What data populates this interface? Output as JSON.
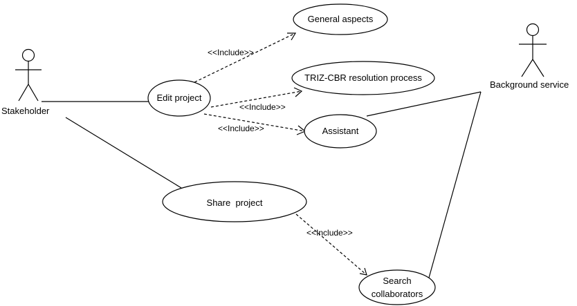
{
  "actors": {
    "stakeholder": {
      "label": "Stakeholder"
    },
    "background": {
      "label": "Background service"
    }
  },
  "use_cases": {
    "general_aspects": {
      "label": "General aspects"
    },
    "edit_project": {
      "label": "Edit project"
    },
    "triz_cbr": {
      "label": "TRIZ-CBR resolution process"
    },
    "assistant": {
      "label": "Assistant"
    },
    "share_project": {
      "label": "Share  project"
    },
    "search_collaborators": {
      "line1": "Search",
      "line2": "collaborators"
    }
  },
  "relations": {
    "include_label": "<<Include>>"
  }
}
